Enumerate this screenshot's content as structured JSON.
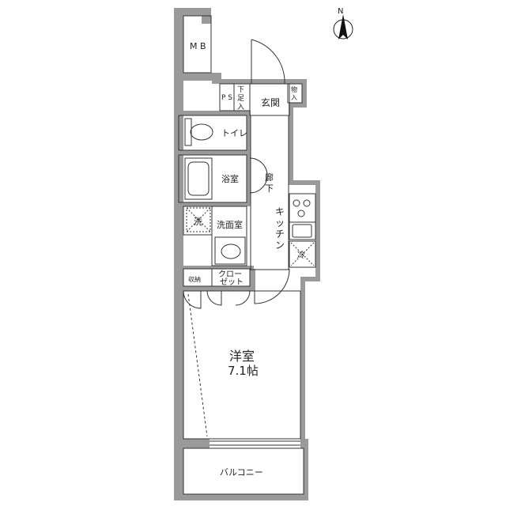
{
  "compass": {
    "letter": "N"
  },
  "rooms": {
    "mb": "M B",
    "ps": "P S",
    "shoe_storage": [
      "下",
      "足",
      "入"
    ],
    "storage_top": [
      "物",
      "入"
    ],
    "entrance": "玄関",
    "toilet": "トイレ",
    "bathroom": "浴室",
    "corridor": [
      "廊",
      "下"
    ],
    "kitchen": [
      "キ",
      "ッ",
      "チ",
      "ン"
    ],
    "washer": "洗",
    "washroom": "洗面室",
    "fridge": "冷",
    "closet": [
      "クロー",
      "ゼット"
    ],
    "storage_small": "収納",
    "western_room": "洋室",
    "western_room_size": "7.1帖",
    "balcony": "バルコニー"
  }
}
